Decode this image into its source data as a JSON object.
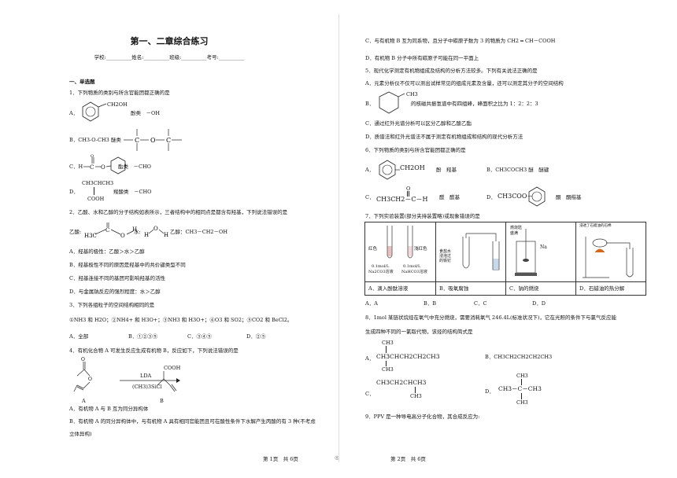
{
  "header": {
    "title": "第一、二章综合练习",
    "info": "学校:__________姓名:__________班级:__________考号:__________"
  },
  "left": {
    "section": "一、单选题",
    "q1": "1．下列物质的类别与所含官能团都正确的是",
    "q1a_label": "A．",
    "q1a_group": "CH2OH",
    "q1a_class": "酚类　－OH",
    "q1b": "B．CH3-O-CH3 醚类",
    "q1c_label": "C．H",
    "q1c_class": "酯类　－CHO",
    "q1d_label": "D．",
    "q1d_top": "CH3CHCH3",
    "q1d_bottom": "COOH",
    "q1d_class": "羧酸类　－CHO",
    "q2": "2．乙酸、水和乙醇的分子结构如表所示，三者结构中的相同点是都含有羟基，下列说法错误的是",
    "q2_acid": "乙酸:",
    "q2_water": "水:",
    "q2_ethanol": "乙醇：CH3－CH2－OH",
    "q2a": "A．羟基的极性：乙酸＞水＞乙醇",
    "q2b": "B．羟基极性不同的原因是羟基中的共价键类型不同",
    "q2c": "C．羟基连接不同的基团可影响羟基的活性",
    "q2d": "D．与金属钠反应的强烈程度：水＞乙醇",
    "q3": "3．下列各组粒子的空间结构相同的是",
    "q3_items": "①NH3 和 H2O；②NH4+ 和 H3O+；③NH3 和 H3O+；④O3 和 SO2；⑤CO2 和 BeCl2。",
    "q3a": "A．全部",
    "q3b": "B．①②③⑤",
    "q3c": "C．③④⑤",
    "q3d": "D．②⑤",
    "q4": "4．有机化合物 A 可发生反应生成有机物 B，反应如下，下列说法错误的是",
    "q4_reagent1": "LDA",
    "q4_reagent2": "(CH3)3SiCl",
    "q4_A": "A",
    "q4_B": "B",
    "q4_cooh": "COOH",
    "q4a": "A．有机物 A 与 B 互为同分异构体",
    "q4b1": "B．有机物 A 的同分异构体中，与有机物 A 具有相同官能团且可在酸性条件下水解产生丙酸的有 3 种(不考虑",
    "q4b2": "立体异构)",
    "footer": "第 1页　共 6页"
  },
  "right": {
    "q4c": "C．与有机物 B 互为同系物，且分子中碳原子数为 3 的物质为 CH2 ═ CH－COOH",
    "q4d": "D．有机物 B 分子中所有碳原子可能在同一平面上",
    "q5": "5．现代化学测定有机物组成及结构的分析方法较多。下列有关说法正确的是",
    "q5a": "A．元素分析仪不仅可以测出试样常见的组成元素及含量，还可以测定其分子的空间结构",
    "q5b_label": "B．",
    "q5b_ch3": "CH3",
    "q5b": "的核磁共振氢谱中有四组峰，峰面积之比为 1：2：2：3",
    "q5c": "C．通过红外光谱分析可以区分乙醇和乙酸乙酯",
    "q5d": "D．质谱法和红外光谱法不属于测定有机物组成和结构的现代分析方法",
    "q6": "6．下列物质的类别与所含官能团都正确的是",
    "q6a_label": "A．",
    "q6a_group": "CH2OH",
    "q6a_class": "酚　羟基",
    "q6b": "B．CH3COCH3 醚　醚键",
    "q6c_label": "C．",
    "q6c_formula": "CH3CH2－C－H",
    "q6c_o": "O",
    "q6c_class": "醛　醛基",
    "q6d_label": "D．",
    "q6d_formula": "CH3COO－",
    "q6d_class": "酮　酮羰基",
    "q7": "7．下列实验装置(部分夹持装置略)或现象错误的是",
    "q7_tube1": "红色",
    "q7_tube2": "浅红色",
    "q7_sol1": "0.1mol/L",
    "q7_sol1b": "Na2CO3溶液",
    "q7_sol2": "0.1mol/L",
    "q7_sol2b": "NaHCO3溶液",
    "q7_b_label1": "食盐水",
    "q7_b_label2": "浸泡过",
    "q7_b_label3": "的铁钉",
    "q7_c_label1": "燃烧匙",
    "q7_c_label2": "盛满",
    "q7_c_label3": "Na",
    "q7_d_label": "浸透了石蜡油的石棉",
    "q7_cap_a": "A．滴入酚酞溶液",
    "q7_cap_b": "B．吸氧腐蚀",
    "q7_cap_c": "C．钠的燃烧",
    "q7_cap_d": "D．石蜡油的热分解",
    "q7a": "A．A",
    "q7b": "B．B",
    "q7c": "C．C",
    "q7d": "D．D",
    "q8_1": "8．1mol 某链状烷烃在氧气中充分燃烧，需要消耗氧气 246.4L(标准状况下)，它在光照的条件下与氯气反应能",
    "q8_2": "生成四种不同的一氯取代物，该烃的结构简式是",
    "q8a_label": "A．",
    "q8a_main": "CH3CHCH2CH2CH3",
    "q8a_top": "CH3",
    "q8a_bottom": "CH3",
    "q8b": "B．CH3CH2CH2CH2CH3",
    "q8c_label": "C．",
    "q8c_main": "CH3CH2CHCH3",
    "q8c_bottom": "CH3",
    "q8d_label": "D．",
    "q8d_main": "CH3－C－CH3",
    "q8d_top": "CH3",
    "q8d_bottom": "CH3",
    "q9": "9．PPV 是一种导电高分子化合物，其合成反应为:",
    "footer": "第 2页　共 6页"
  }
}
